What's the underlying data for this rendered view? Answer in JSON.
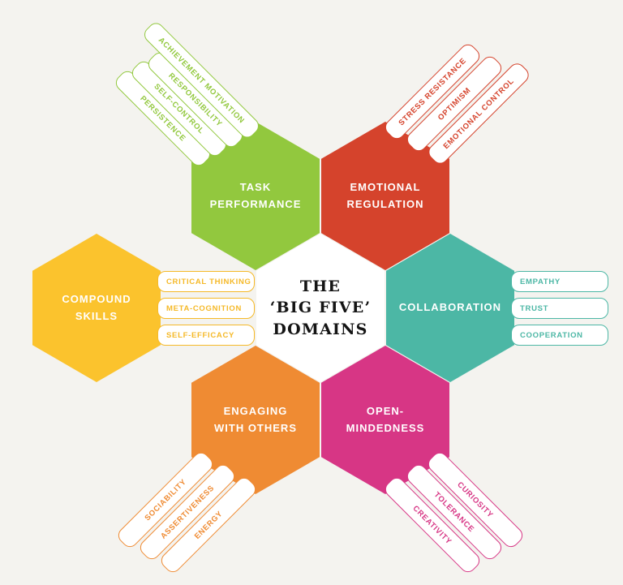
{
  "page": {
    "background_color": "#f4f3ef",
    "center_hexagon_color": "#ffffff"
  },
  "center": {
    "line1": "THE",
    "line2": "‘BIG FIVE’",
    "line3": "DOMAINS"
  },
  "domains": {
    "task_performance": {
      "title": "TASK\nPERFORMANCE",
      "color": "#92c83e",
      "skills": [
        "PERSISTENCE",
        "SELF-CONTROL",
        "RESPONSIBILITY",
        "ACHIEVEMENT MOTIVATION"
      ]
    },
    "emotional_regulation": {
      "title": "EMOTIONAL\nREGULATION",
      "color": "#d5432c",
      "skills": [
        "STRESS RESISTANCE",
        "OPTIMISM",
        "EMOTIONAL CONTROL"
      ]
    },
    "collaboration": {
      "title": "COLLABORATION",
      "color": "#4cb7a5",
      "skills": [
        "EMPATHY",
        "TRUST",
        "COOPERATION"
      ]
    },
    "compound_skills": {
      "title": "COMPOUND\nSKILLS",
      "color": "#fbc32d",
      "skills": [
        "CRITICAL THINKING",
        "META-COGNITION",
        "SELF-EFFICACY"
      ]
    },
    "engaging_with_others": {
      "title": "ENGAGING\nWITH OTHERS",
      "color": "#ef8b33",
      "skills": [
        "SOCIABILITY",
        "ASSERTIVENESS",
        "ENERGY"
      ]
    },
    "open_mindedness": {
      "title": "OPEN-\nMINDEDNESS",
      "color": "#d73685",
      "skills": [
        "CREATIVITY",
        "TOLERANCE",
        "CURIOSITY"
      ]
    }
  }
}
